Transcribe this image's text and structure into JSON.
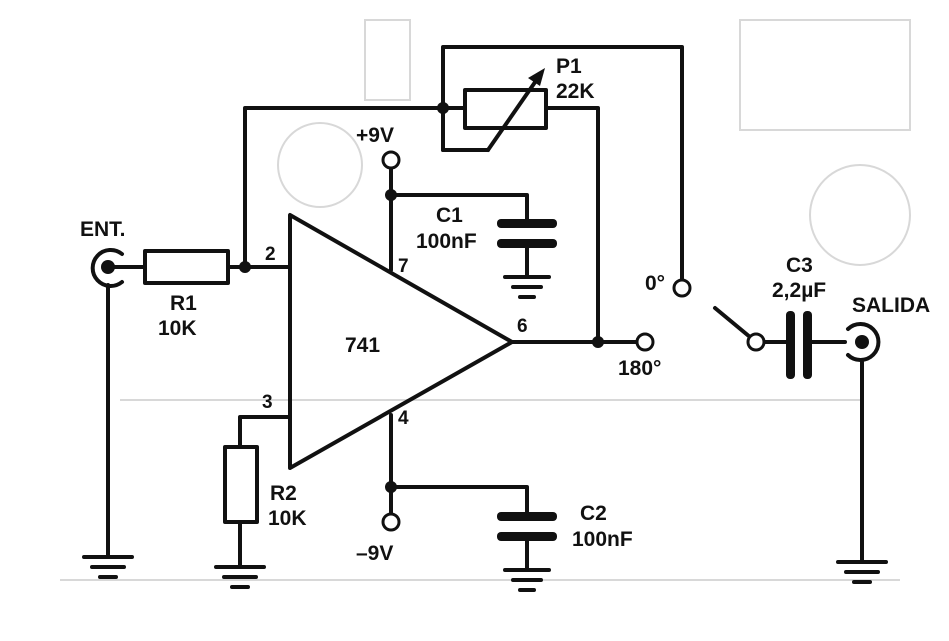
{
  "labels": {
    "input": "ENT.",
    "output": "SALIDA",
    "r1_name": "R1",
    "r1_value": "10K",
    "r2_name": "R2",
    "r2_value": "10K",
    "p1_name": "P1",
    "p1_value": "22K",
    "c1_name": "C1",
    "c1_value": "100nF",
    "c2_name": "C2",
    "c2_value": "100nF",
    "c3_name": "C3",
    "c3_value": "2,2µF",
    "opamp": "741",
    "vplus": "+9V",
    "vminus": "–9V",
    "pin2": "2",
    "pin3": "3",
    "pin4": "4",
    "pin6": "6",
    "pin7": "7",
    "phase_0": "0°",
    "phase_180": "180°"
  }
}
